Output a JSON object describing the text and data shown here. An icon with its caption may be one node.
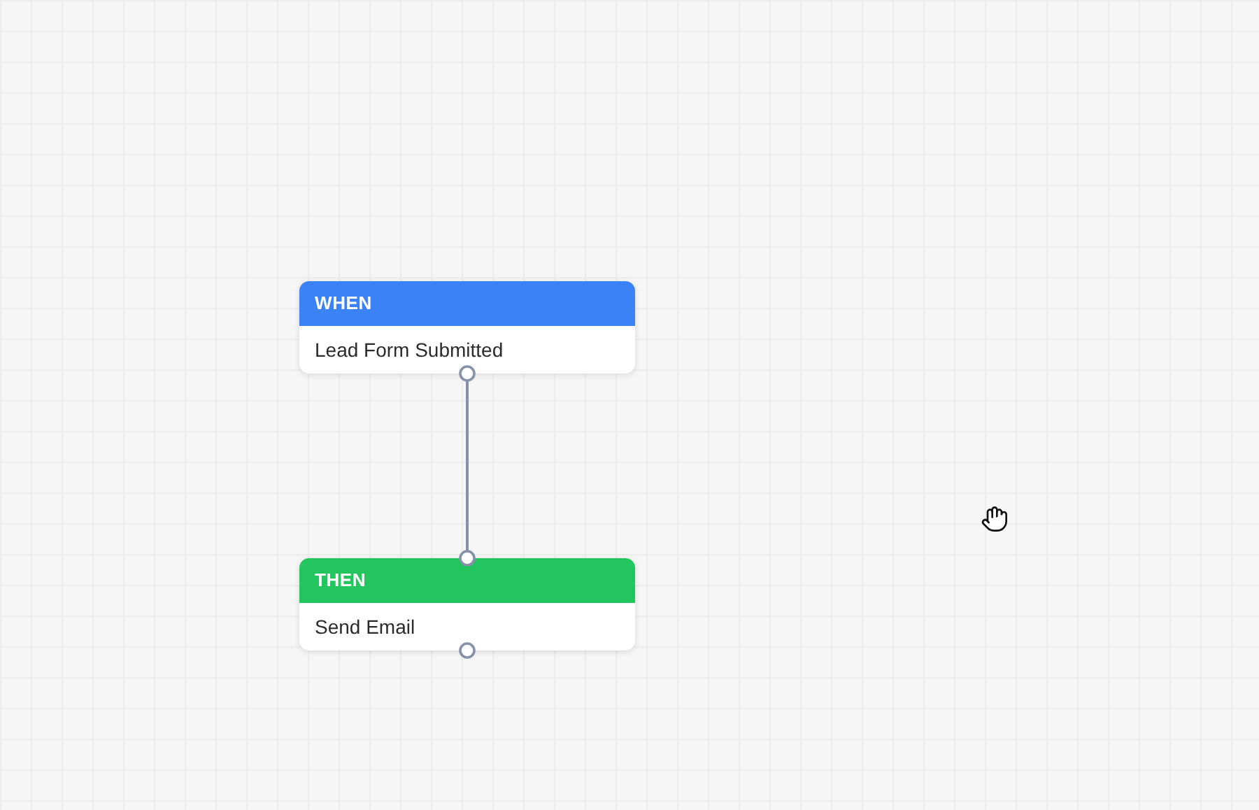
{
  "diagram": {
    "nodes": [
      {
        "text": [
          "WHEN",
          "Lead Form Submitted"
        ]
      },
      {
        "text": [
          "THEN",
          "Send Email"
        ]
      }
    ],
    "edges": [
      {
        "from": 0,
        "to": 1,
        "arrow": "other"
      }
    ]
  }
}
